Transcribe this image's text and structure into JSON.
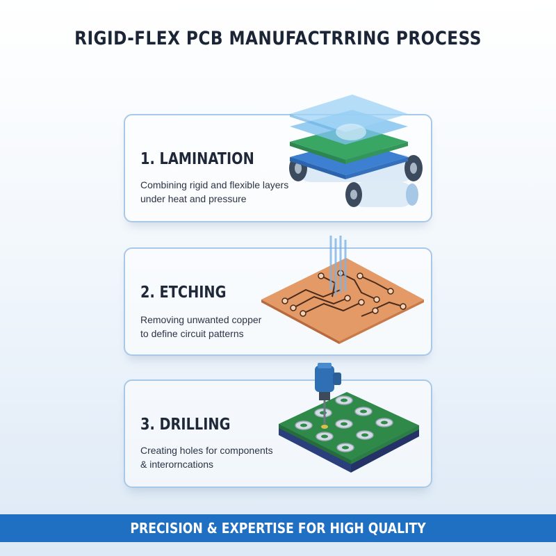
{
  "title": "RIGID-FLEX PCB MANUFACTRRING PROCESS",
  "steps": [
    {
      "title": "1. LAMINATION",
      "desc_lines": [
        "Combining rigid and flexible layers",
        "under heat and pressure"
      ],
      "icon": "lamination-rollers-icon"
    },
    {
      "title": "2. ETCHING",
      "desc_lines": [
        "Removing unwanted copper",
        "to define circuit patterns"
      ],
      "icon": "copper-etching-icon"
    },
    {
      "title": "3. DRILLING",
      "desc_lines": [
        "Creating holes for components",
        "& interorncations"
      ],
      "icon": "drill-board-icon"
    }
  ],
  "footer": {
    "text": "PRECISION & EXPERTISE FOR HIGH QUALITY"
  },
  "colors": {
    "accent": "#1f6fc2",
    "card_border": "#a7c8e8",
    "copper": "#d9885a",
    "board_green": "#2f8a4a"
  }
}
